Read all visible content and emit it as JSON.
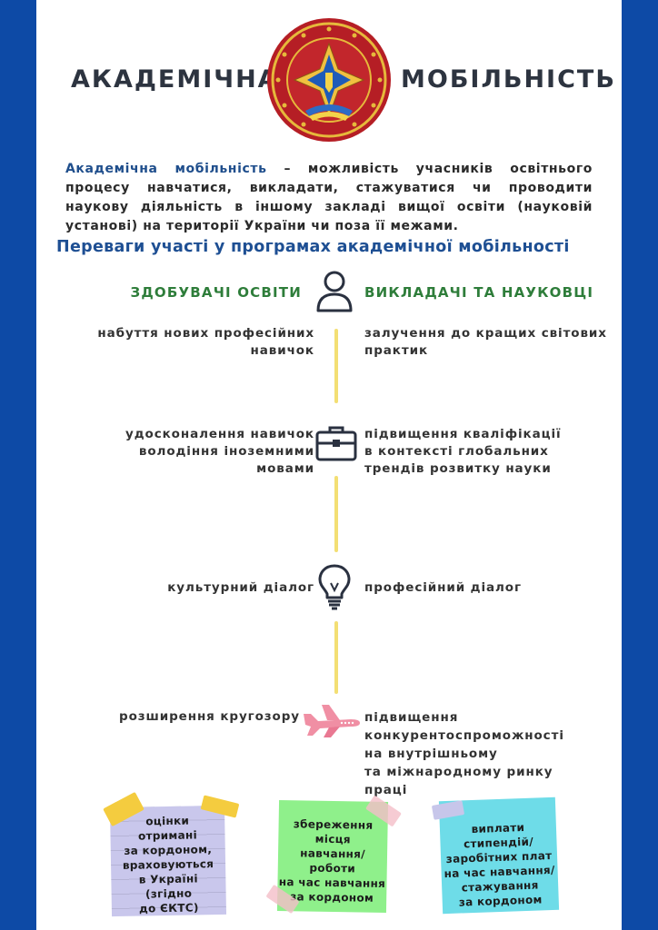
{
  "header": {
    "title_left": "АКАДЕМІЧНА",
    "title_right": "МОБІЛЬНІСТЬ"
  },
  "intro": {
    "term": "Академічна мобільність",
    "text": " – можливість учасників освітнього процесу навчатися, викладати, стажуватися чи проводити наукову діяльність в іншому закладі вищої освіти (науковій установі) на території України  чи поза її межами."
  },
  "subtitle": "Переваги участі у програмах академічної мобільності",
  "columns": {
    "left_heading": "ЗДОБУВАЧІ ОСВІТИ",
    "right_heading": "ВИКЛАДАЧІ ТА НАУКОВЦІ"
  },
  "rows": [
    {
      "icon": "person-icon",
      "left": [
        "набуття нових професійних",
        "навичок "
      ],
      "right": [
        "залучення до кращих світових",
        "практик"
      ]
    },
    {
      "icon": "briefcase-icon",
      "left": [
        "удосконалення навичок",
        "володіння іноземними",
        "мовами"
      ],
      "right": [
        "підвищення кваліфікації",
        "в контексті глобальних",
        "трендів розвитку науки"
      ]
    },
    {
      "icon": "lightbulb-icon",
      "left": [
        "культурний діалог"
      ],
      "right": [
        "професійний діалог"
      ]
    },
    {
      "icon": "airplane-icon",
      "left": [
        "розширення кругозору"
      ],
      "right": [
        "підвищення",
        "конкурентоспроможності",
        "на внутрішньому",
        "та міжнародному ринку",
        "праці"
      ]
    }
  ],
  "notes": [
    {
      "lines": [
        "оцінки",
        "отримані",
        "за кордоном,",
        "враховуються",
        "в Україні",
        "(згідно",
        "до ЄКТС)"
      ],
      "color": "#c9c7ec"
    },
    {
      "lines": [
        "збереження",
        "місця",
        "навчання/",
        "роботи",
        "на час навчання",
        "за кордоном"
      ],
      "color": "#8ff08b"
    },
    {
      "lines": [
        "виплати",
        "стипендій/",
        "заробітних плат",
        "на час навчання/",
        "стажування",
        "за кордоном"
      ],
      "color": "#6edce8"
    }
  ],
  "colors": {
    "side_bar": "#0d4aa6",
    "heading_green": "#2e7d3a",
    "subtitle_blue": "#1e4f93",
    "timeline_yellow": "#f3df74"
  }
}
